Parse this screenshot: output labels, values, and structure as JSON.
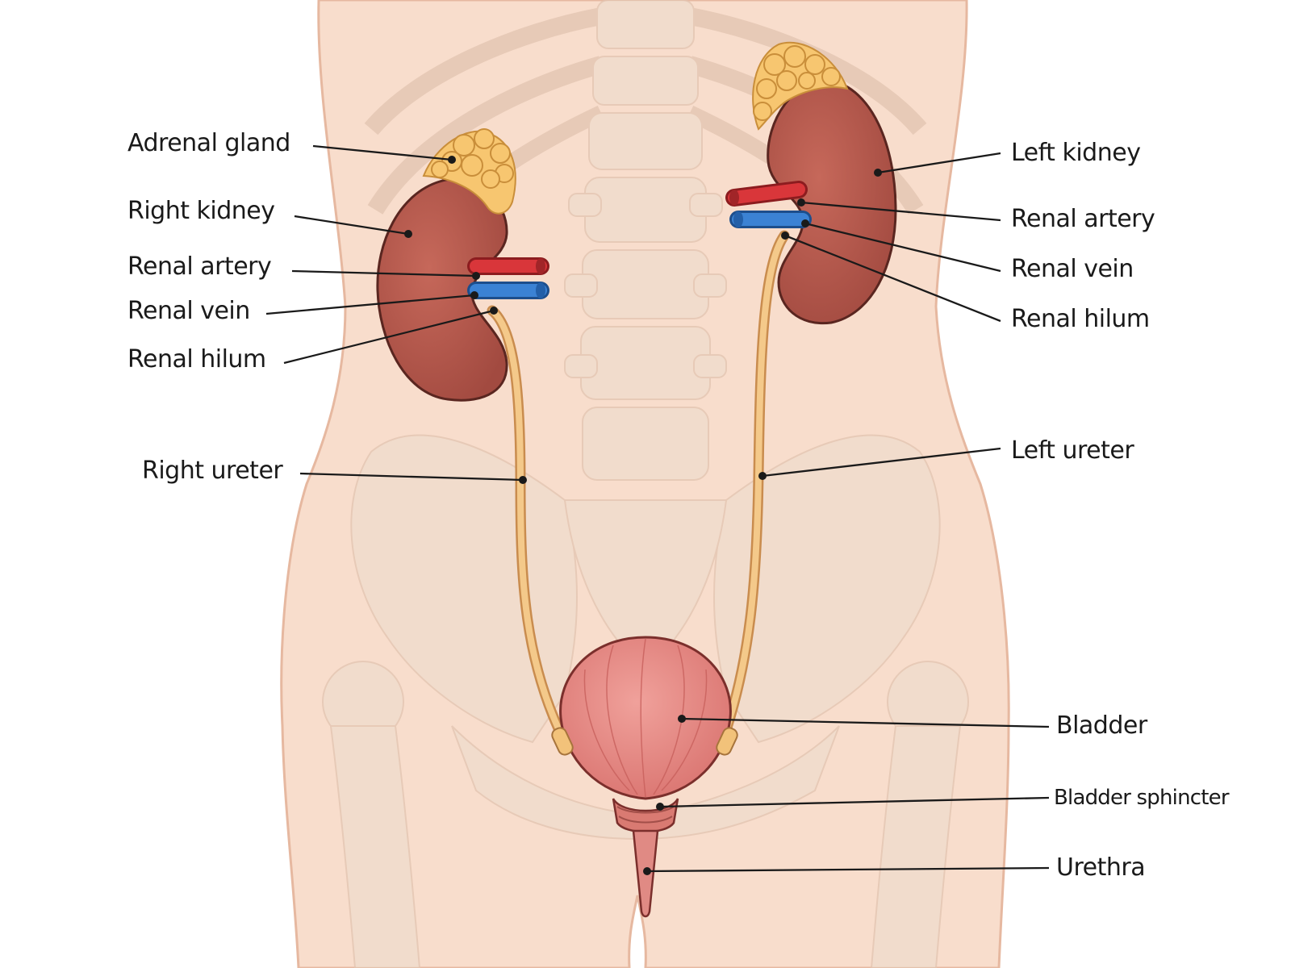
{
  "colors": {
    "skin": "#f7dccb",
    "skin_outline": "#e5b79e",
    "bone": "#efdccd",
    "kidney": "#b5564a",
    "adrenal": "#f5c56a",
    "artery": "#d62f33",
    "vein": "#2f76c9",
    "ureter": "#f2c27a",
    "bladder": "#e78a86",
    "leader": "#1a1a1a"
  },
  "labels": {
    "adrenal_gland": "Adrenal gland",
    "right_kidney": "Right kidney",
    "right_renal_artery": "Renal artery",
    "right_renal_vein": "Renal vein",
    "right_renal_hilum": "Renal hilum",
    "right_ureter": "Right ureter",
    "left_kidney": "Left kidney",
    "left_renal_artery": "Renal artery",
    "left_renal_vein": "Renal vein",
    "left_renal_hilum": "Renal hilum",
    "left_ureter": "Left ureter",
    "bladder": "Bladder",
    "bladder_sphincter": "Bladder sphincter",
    "urethra": "Urethra"
  }
}
